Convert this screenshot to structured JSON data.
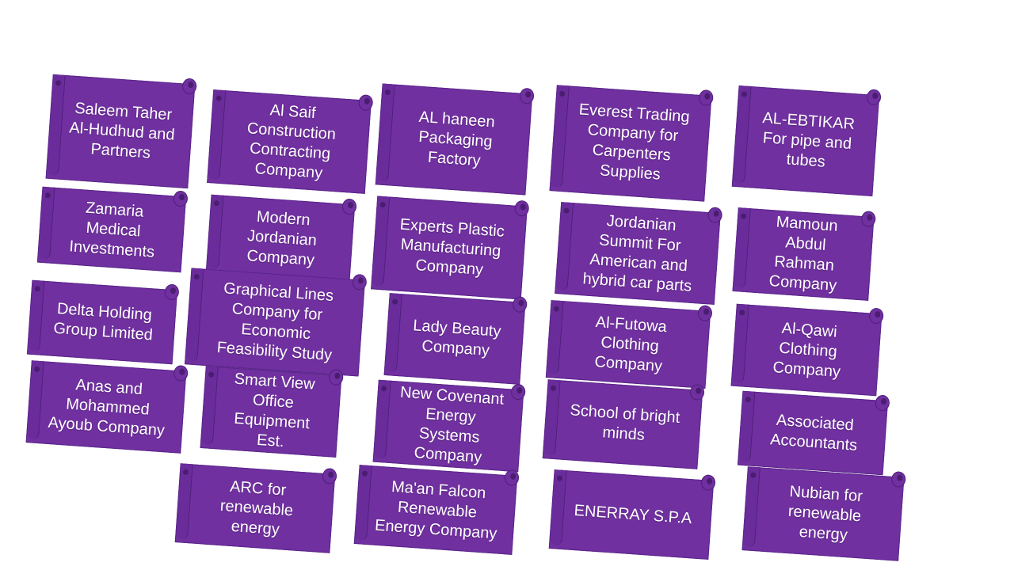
{
  "companies": [
    "Saleem Taher Al-Hudhud and Partners",
    "Al Saif Construction Contracting Company",
    "AL haneen Packaging Factory",
    "Everest Trading Company for Carpenters Supplies",
    "AL-EBTIKAR For pipe and tubes",
    "Zamaria Medical Investments",
    "Modern Jordanian Company",
    "Experts Plastic Manufacturing Company",
    "Jordanian Summit For American and hybrid car parts",
    "Mamoun Abdul Rahman Company",
    "Delta Holding Group Limited",
    "Graphical Lines Company for Economic Feasibility Study",
    "Lady Beauty Company",
    "Al-Futowa Clothing Company",
    "Al-Qawi Clothing Company",
    "Anas and Mohammed Ayoub Company",
    "Smart View Office Equipment Est.",
    "New Covenant Energy Systems Company",
    "School of bright minds",
    "Associated Accountants",
    "ARC for renewable energy",
    "Ma'an Falcon Renewable Energy Company",
    "ENERRAY S.P.A",
    "Nubian for renewable energy"
  ],
  "colors": {
    "scroll_fill": "#7030a0",
    "text": "#ffffff",
    "background": "#ffffff"
  }
}
